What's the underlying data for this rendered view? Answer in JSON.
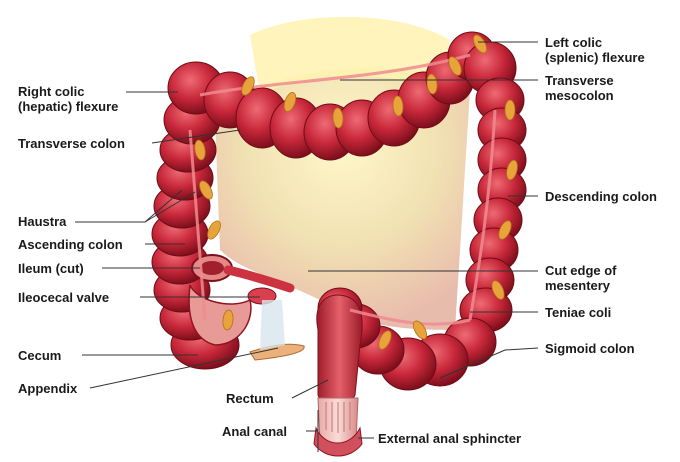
{
  "labels": {
    "right_colic": [
      "Right colic",
      "(hepatic) flexure"
    ],
    "transverse_colon": "Transverse colon",
    "haustra": "Haustra",
    "ascending_colon": "Ascending colon",
    "ileum": "Ileum (cut)",
    "ileocecal_valve": "Ileocecal valve",
    "cecum": "Cecum",
    "appendix": "Appendix",
    "rectum": "Rectum",
    "anal_canal": "Anal canal",
    "external_anal_sphincter": "External anal sphincter",
    "left_colic": [
      "Left colic",
      "(splenic) flexure"
    ],
    "transverse_mesocolon": [
      "Transverse",
      "mesocolon"
    ],
    "descending_colon": "Descending colon",
    "cut_edge": [
      "Cut edge of",
      "mesentery"
    ],
    "teniae_coli": "Teniae coli",
    "sigmoid_colon": "Sigmoid colon"
  },
  "colors": {
    "colon": "#c8283a",
    "colon_dark": "#8e1422",
    "colon_light": "#e8606a",
    "fat": "#e8a33a",
    "mesentery": "#f3e6a8",
    "leader": "#333333"
  }
}
